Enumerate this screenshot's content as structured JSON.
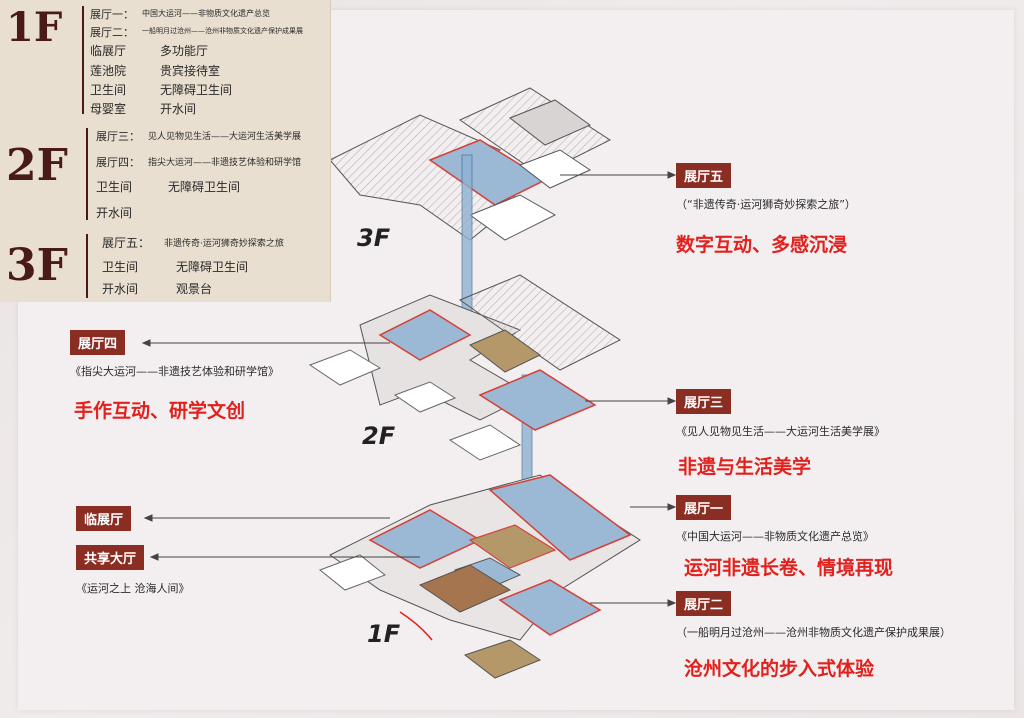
{
  "legend": {
    "f1": {
      "label": "1F",
      "rows": [
        {
          "k": "展厅一：",
          "v": "中国大运河——非物质文化遗产总览"
        },
        {
          "k": "展厅二：",
          "v": "一船明月过沧州——沧州非物质文化遗产保护成果展"
        },
        {
          "k": "临展厅",
          "v": "多功能厅"
        },
        {
          "k": "莲池院",
          "v": "贵宾接待室"
        },
        {
          "k": "卫生间",
          "v": "无障碍卫生间"
        },
        {
          "k": "母婴室",
          "v": "开水间"
        }
      ]
    },
    "f2": {
      "label": "2F",
      "rows": [
        {
          "k": "展厅三：",
          "v": "见人见物见生活——大运河生活美学展"
        },
        {
          "k": "展厅四：",
          "v": "指尖大运河——非遗技艺体验和研学馆"
        },
        {
          "k": "卫生间",
          "v": "无障碍卫生间"
        },
        {
          "k": "开水间",
          "v": ""
        }
      ]
    },
    "f3": {
      "label": "3F",
      "rows": [
        {
          "k": "展厅五：",
          "v": "非遗传奇·运河狮奇妙探索之旅"
        },
        {
          "k": "卫生间",
          "v": "无障碍卫生间"
        },
        {
          "k": "开水间",
          "v": "观景台"
        }
      ]
    }
  },
  "floors": {
    "f3": "3F",
    "f2": "2F",
    "f1": "1F"
  },
  "halls": {
    "h5": {
      "tag": "展厅五",
      "sub": "（“非遗传奇·运河狮奇妙探索之旅”）",
      "slogan": "数字互动、多感沉浸"
    },
    "h4": {
      "tag": "展厅四",
      "sub": "《指尖大运河——非遗技艺体验和研学馆》",
      "slogan": "手作互动、研学文创"
    },
    "h3": {
      "tag": "展厅三",
      "sub": "《见人见物见生活——大运河生活美学展》",
      "slogan": "非遗与生活美学"
    },
    "h1": {
      "tag": "展厅一",
      "sub": "《中国大运河——非物质文化遗产总览》",
      "slogan": "运河非遗长卷、情境再现"
    },
    "h2": {
      "tag": "展厅二",
      "sub": "（一船明月过沧州——沧州非物质文化遗产保护成果展）",
      "slogan": "沧州文化的步入式体验"
    },
    "temp": {
      "tag": "临展厅"
    },
    "hall": {
      "tag": "共享大厅",
      "sub": "《运河之上 沧海人间》"
    }
  },
  "colors": {
    "accent_red": "#e1211d",
    "tag_bg": "#8a2e24",
    "blue": "#8fb1d2",
    "brown": "#a57550",
    "sand": "#b4986a"
  }
}
